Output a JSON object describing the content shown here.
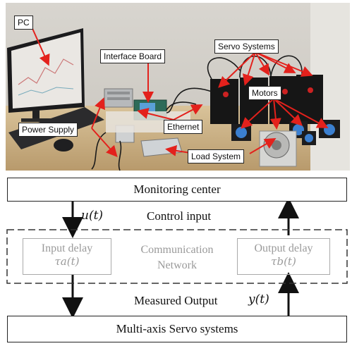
{
  "photo": {
    "labels": {
      "pc": "PC",
      "interface_board": "Interface Board",
      "servo_systems": "Servo Systems",
      "motors": "Motors",
      "power_supply": "Power Supply",
      "ethernet": "Ethernet",
      "load_system": "Load System"
    }
  },
  "diagram": {
    "monitoring_center": "Monitoring center",
    "control_input": "Control input",
    "u_symbol": "u(t)",
    "input_delay_title": "Input delay",
    "input_delay_symbol": "τa(t)",
    "comm_line1": "Communication",
    "comm_line2": "Network",
    "output_delay_title": "Output delay",
    "output_delay_symbol": "τb(t)",
    "measured_output": "Measured Output",
    "y_symbol": "y(t)",
    "servo_systems": "Multi-axis Servo systems"
  },
  "colors": {
    "arrow_red": "#e3211c",
    "line_dark": "#111111",
    "grey_text": "#9a9a9a"
  }
}
